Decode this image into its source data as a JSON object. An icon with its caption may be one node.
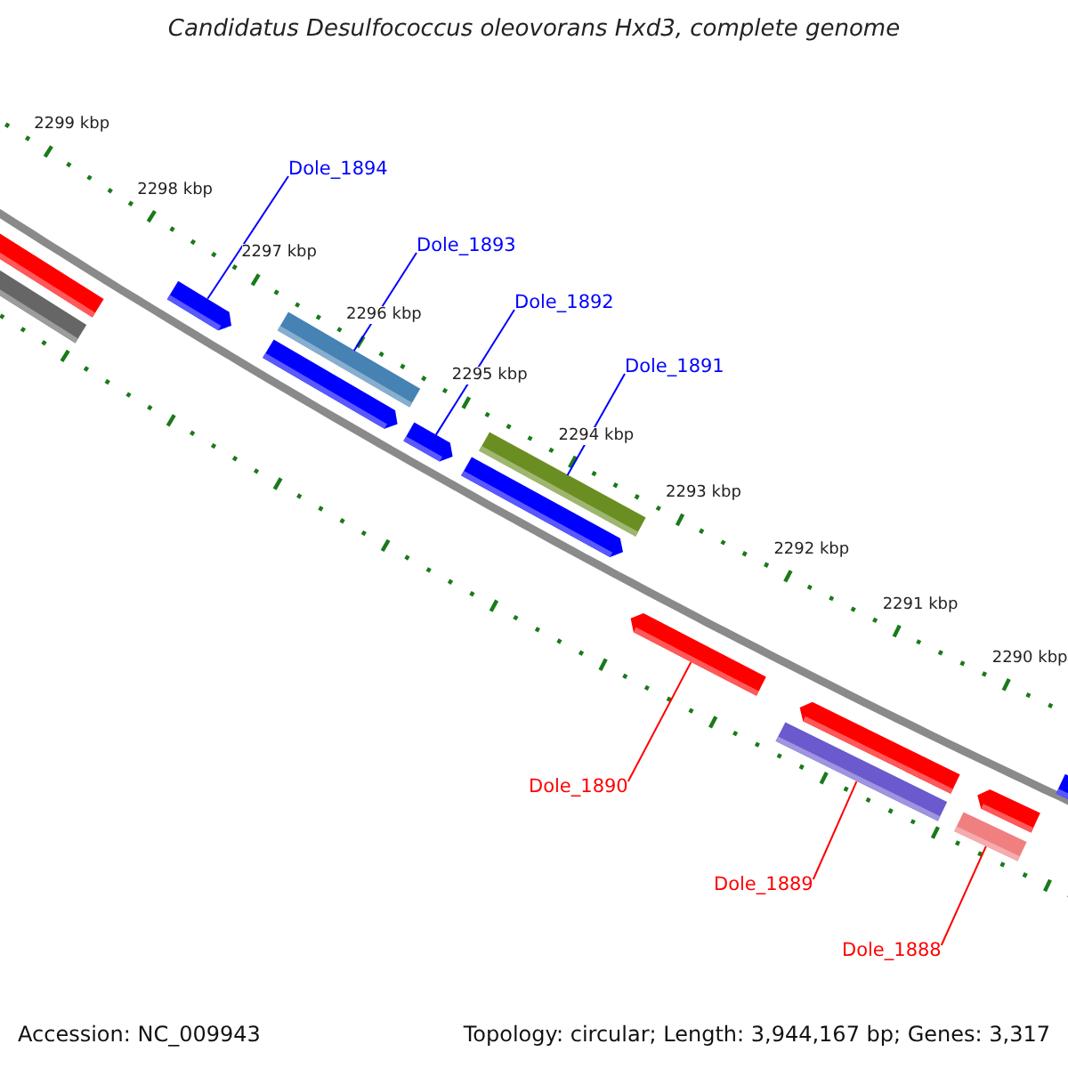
{
  "diagram": {
    "title": "Candidatus Desulfococcus oleovorans Hxd3, complete genome",
    "nodes": [
      {
        "text": [
          "Dole_1894"
        ]
      },
      {
        "text": [
          "Dole_1893"
        ]
      },
      {
        "text": [
          "Dole_1892"
        ]
      },
      {
        "text": [
          "Dole_1891"
        ]
      },
      {
        "text": [
          "Dole_1890"
        ]
      },
      {
        "text": [
          "Dole_1889"
        ]
      },
      {
        "text": [
          "Dole_1888"
        ]
      },
      {
        "text": [],
        "shape": "bar"
      },
      {
        "text": [],
        "shape": "bar"
      },
      {
        "text": [],
        "shape": "arrow"
      },
      {
        "text": [],
        "shape": "arrow"
      },
      {
        "text": [],
        "shape": "bar"
      },
      {
        "text": [],
        "shape": "arrow"
      },
      {
        "text": [],
        "shape": "arrow"
      },
      {
        "text": [],
        "shape": "bar"
      },
      {
        "text": [],
        "shape": "arrow"
      },
      {
        "text": [],
        "shape": "bar"
      },
      {
        "text": [],
        "shape": "arrow"
      },
      {
        "text": [],
        "shape": "bar"
      },
      {
        "text": [],
        "shape": "arrow"
      },
      {
        "text": [],
        "shape": "arrow"
      }
    ],
    "edges": [
      {
        "from": 0,
        "to": 9,
        "arrow": "none"
      },
      {
        "from": 1,
        "to": 11,
        "arrow": "none"
      },
      {
        "from": 2,
        "to": 12,
        "arrow": "none"
      },
      {
        "from": 3,
        "to": 14,
        "arrow": "none"
      },
      {
        "from": 4,
        "to": 15,
        "arrow": "none",
        "color": "#ff0000"
      },
      {
        "from": 5,
        "to": 16,
        "arrow": "none",
        "color": "#ff0000"
      },
      {
        "from": 6,
        "to": 18,
        "arrow": "none",
        "color": "#ff0000"
      }
    ],
    "labels": [
      "2299 kbp",
      "2298 kbp",
      "2297 kbp",
      "2296 kbp",
      "2295 kbp",
      "2294 kbp",
      "2293 kbp",
      "2292 kbp",
      "2291 kbp",
      "2290 kbp",
      "Accession: NC_009943",
      "Topology: circular; Length: 3,944,167 bp; Genes: 3,317"
    ]
  }
}
